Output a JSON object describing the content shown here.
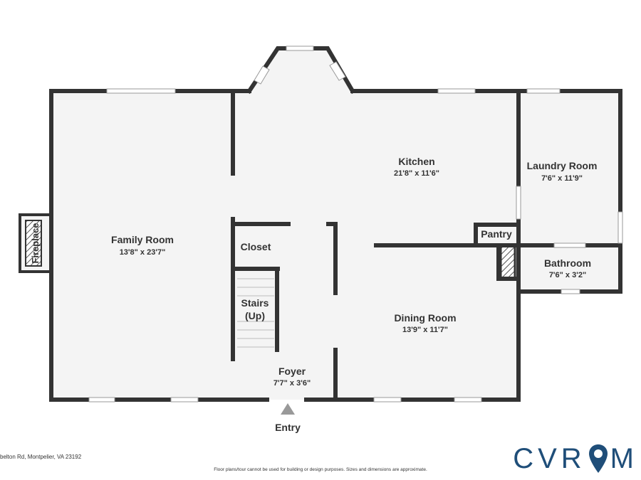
{
  "rooms": {
    "family_room": {
      "name": "Family Room",
      "dims": "13'8\" x 23'7\""
    },
    "kitchen": {
      "name": "Kitchen",
      "dims": "21'8\" x 11'6\""
    },
    "laundry_room": {
      "name": "Laundry Room",
      "dims": "7'6\" x 11'9\""
    },
    "closet": {
      "name": "Closet"
    },
    "pantry": {
      "name": "Pantry"
    },
    "bathroom": {
      "name": "Bathroom",
      "dims": "7'6\" x 3'2\""
    },
    "stairs": {
      "name_line1": "Stairs",
      "name_line2": "(Up)"
    },
    "dining_room": {
      "name": "Dining Room",
      "dims": "13'9\" x 11'7\""
    },
    "foyer": {
      "name": "Foyer",
      "dims": "7'7\" x 3'6\""
    },
    "fireplace": {
      "name": "Fireplace"
    }
  },
  "entry": {
    "label": "Entry"
  },
  "footer": {
    "address": "belton Rd, Montpelier, VA 23192",
    "disclaimer": "Floor plans/tour cannot be used for building or design purposes. Sizes and dimensions are approximate.",
    "logo_part1": "CVR",
    "logo_part2": "M",
    "logo_icon": "map-pin-icon"
  },
  "colors": {
    "wall": "#333333",
    "floor": "#f4f4f4",
    "window": "#cccccc",
    "logo": "#1f4e79"
  }
}
